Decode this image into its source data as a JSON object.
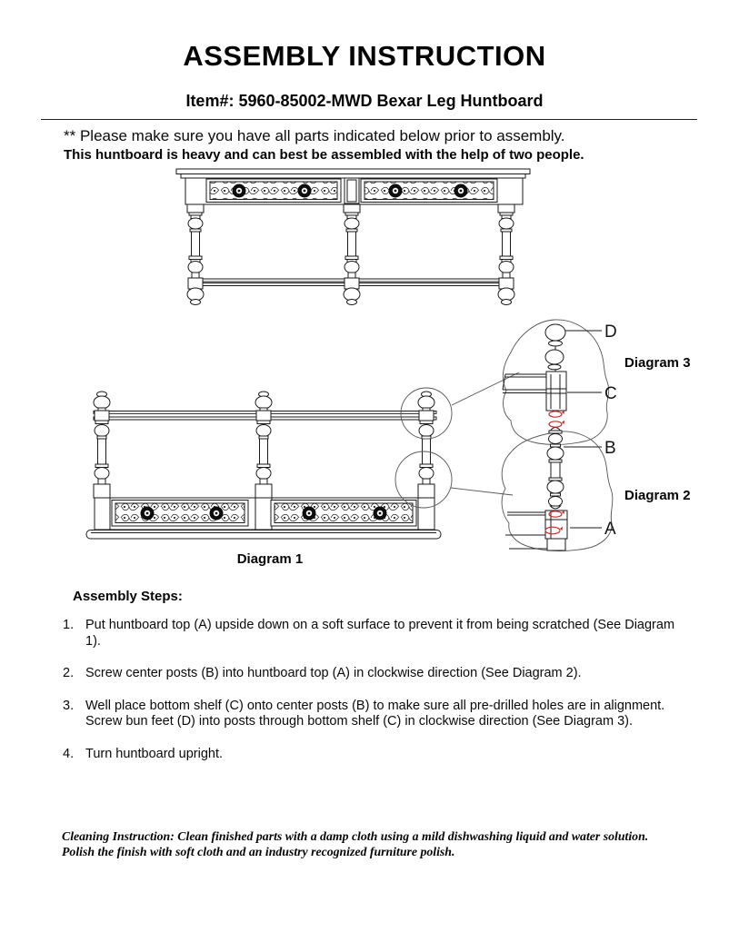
{
  "header": {
    "title": "ASSEMBLY INSTRUCTION",
    "item_line": "Item#: 5960-85002-MWD Bexar Leg Huntboard"
  },
  "notes": {
    "parts_note": "** Please make sure you have all parts indicated below prior to assembly.",
    "weight_note": "This huntboard is heavy and can best be assembled with the help of two people."
  },
  "diagrams": {
    "diagram1_label": "Diagram 1",
    "diagram2_label": "Diagram 2",
    "diagram3_label": "Diagram 3",
    "part_a": "A",
    "part_b": "B",
    "part_c": "C",
    "part_d": "D"
  },
  "steps": {
    "heading": "Assembly Steps:",
    "items": [
      {
        "num": "1.",
        "text": "Put huntboard top (A) upside down on a soft surface to prevent it from being scratched (See Diagram 1)."
      },
      {
        "num": "2.",
        "text": "Screw center posts (B) into huntboard top (A) in clockwise direction (See Diagram 2)."
      },
      {
        "num": "3.",
        "text": "Well place bottom shelf (C) onto center posts (B) to make sure all pre-drilled holes are in alignment. Screw bun feet (D) into posts through bottom shelf (C) in clockwise direction (See Diagram 3)."
      },
      {
        "num": "4.",
        "text": "Turn huntboard upright."
      }
    ]
  },
  "cleaning": {
    "text": "Cleaning Instruction: Clean finished parts with a damp cloth using a mild dishwashing liquid and water solution. Polish the finish with soft cloth and an industry recognized furniture polish."
  },
  "colors": {
    "ink": "#1a1a1a",
    "callout_line": "#555555",
    "rotation_arrow": "#cc2a2a"
  }
}
